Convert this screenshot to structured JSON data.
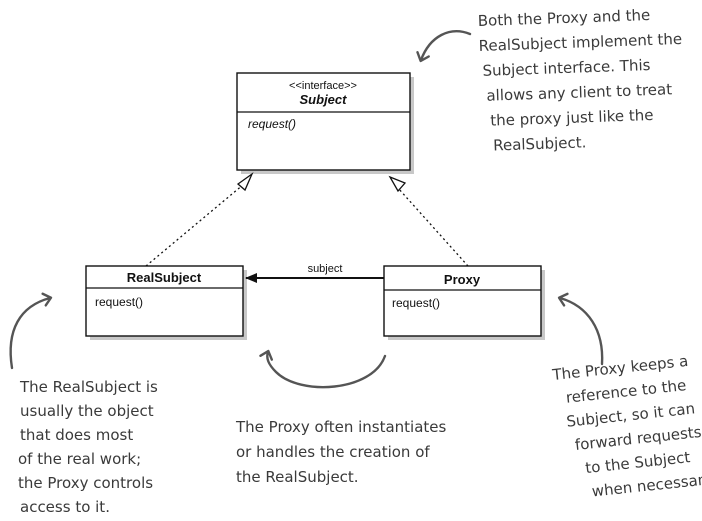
{
  "classes": {
    "subject": {
      "stereotype": "<<interface>>",
      "name": "Subject",
      "methods": [
        "request()"
      ]
    },
    "real_subject": {
      "name": "RealSubject",
      "methods": [
        "request()"
      ]
    },
    "proxy": {
      "name": "Proxy",
      "methods": [
        "request()"
      ]
    }
  },
  "association": {
    "label": "subject"
  },
  "annotations": {
    "implement_note": [
      "Both the Proxy and the",
      "RealSubject implement the",
      "Subject interface. This",
      "allows any client to treat",
      "the proxy just like the",
      "RealSubject."
    ],
    "real_subject_note": [
      "The RealSubject is",
      "usually the object",
      "that does most",
      "of the real work;",
      "the Proxy controls",
      "access to it."
    ],
    "instantiate_note": [
      "The Proxy often instantiates",
      "or handles the creation of",
      "the RealSubject."
    ],
    "proxy_note": [
      "The Proxy keeps a",
      "reference to the",
      "Subject, so it can",
      "forward requests",
      "to the Subject",
      "when necessary."
    ]
  },
  "colors": {
    "line": "#111111",
    "annotation_text": "#3a3a3a",
    "annotation_arrow": "#555555",
    "box_shadow": "#c8c8c8"
  }
}
